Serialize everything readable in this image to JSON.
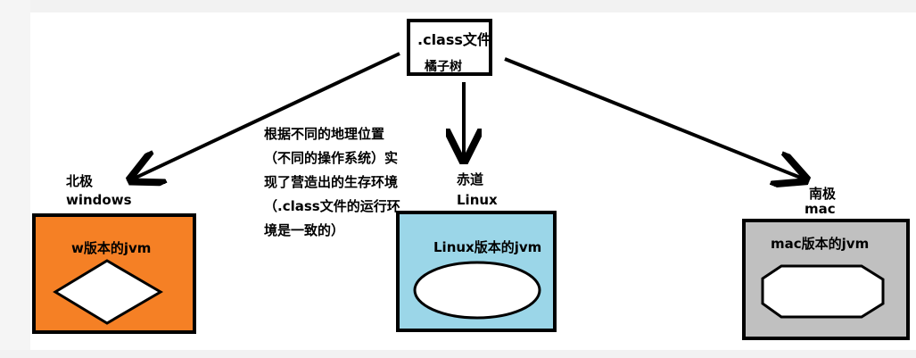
{
  "source_file": {
    "title": ".class文件",
    "author": "橘子树"
  },
  "note_lines": [
    "根据不同的地理位置",
    "（不同的操作系统）实",
    "现了营造出的生存环境",
    "（.class文件的运行环",
    "境是一致的）"
  ],
  "platforms": [
    {
      "region": "北极",
      "os": "windows",
      "jvm_label": "w版本的jvm",
      "color": "#f58025",
      "shape": "diamond"
    },
    {
      "region": "赤道",
      "os": "Linux",
      "jvm_label": "Linux版本的jvm",
      "color": "#9bd6e8",
      "shape": "ellipse"
    },
    {
      "region": "南极",
      "os": "mac",
      "jvm_label": "mac版本的jvm",
      "color": "#c0c0c0",
      "shape": "hexagon"
    }
  ]
}
